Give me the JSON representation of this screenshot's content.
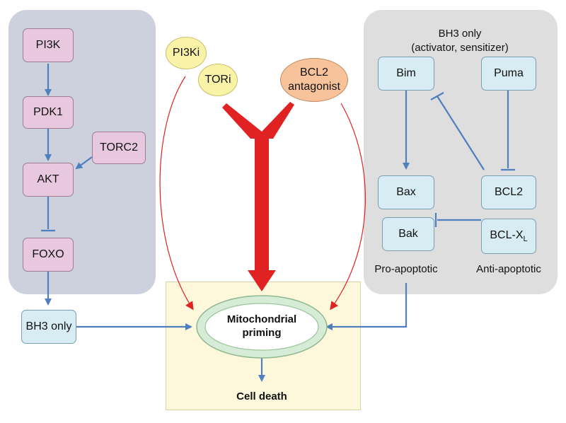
{
  "left_pathway": {
    "pi3k": "PI3K",
    "pdk1": "PDK1",
    "torc2": "TORC2",
    "akt": "AKT",
    "foxo": "FOXO"
  },
  "bh3_only_box": "BH3 only",
  "drugs": {
    "pi3ki": "PI3Ki",
    "tori": "TORi",
    "bcl2_antagonist_line1": "BCL2",
    "bcl2_antagonist_line2": "antagonist"
  },
  "center": {
    "mito_line1": "Mitochondrial",
    "mito_line2": "priming",
    "cell_death": "Cell death"
  },
  "right_panel": {
    "title_line1": "BH3 only",
    "title_line2": "(activator, sensitizer)",
    "bim": "Bim",
    "puma": "Puma",
    "bax": "Bax",
    "bcl2": "BCL2",
    "bak": "Bak",
    "bclxl_main": "BCL-X",
    "bclxl_sub": "L",
    "pro_apoptotic": "Pro-apoptotic",
    "anti_apoptotic": "Anti-apoptotic"
  },
  "colors": {
    "left_panel": "#ccd1dd",
    "right_panel": "#dedede",
    "center_panel": "#fdf8dc",
    "pink_node": "#e8c8de",
    "blue_node": "#d7edf3",
    "yellow_oval": "#f9f3a8",
    "orange_oval": "#f8c39a",
    "arrow_blue": "#4f7fbf",
    "arrow_red": "#e02222"
  }
}
